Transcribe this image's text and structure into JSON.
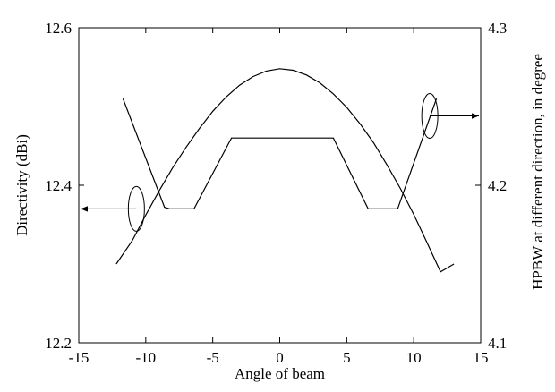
{
  "chart_data": {
    "type": "line",
    "title": "",
    "xlabel": "Angle of beam",
    "ylabel": "Directivity (dBi)",
    "y2label": "HPBW at different direction, in degree",
    "xlim": [
      -15,
      15
    ],
    "ylim": [
      12.2,
      12.6
    ],
    "y2lim": [
      4.1,
      4.3
    ],
    "xticks": [
      -15,
      -10,
      -5,
      0,
      5,
      10,
      15
    ],
    "yticks": [
      "12.2",
      "12.4",
      "12.6"
    ],
    "y2ticks": [
      "4.1",
      "4.2",
      "4.3"
    ],
    "grid": false,
    "series": [
      {
        "axis": "left",
        "x": [
          -12.2,
          -11,
          -10,
          -9,
          -8,
          -7,
          -6,
          -5,
          -4,
          -3,
          -2,
          -1,
          0,
          1,
          2,
          3,
          4,
          5,
          6,
          7,
          8,
          9,
          10,
          11,
          12,
          13
        ],
        "y": [
          12.3,
          12.33,
          12.362,
          12.393,
          12.422,
          12.448,
          12.472,
          12.494,
          12.512,
          12.527,
          12.538,
          12.545,
          12.548,
          12.546,
          12.54,
          12.53,
          12.516,
          12.499,
          12.478,
          12.454,
          12.426,
          12.396,
          12.363,
          12.327,
          12.29,
          12.3
        ]
      },
      {
        "axis": "right",
        "x": [
          -11.7,
          -8.6,
          -8.2,
          -6.4,
          -3.6,
          4,
          6.6,
          8.8,
          11.7
        ],
        "y": [
          4.255,
          4.186,
          4.185,
          4.185,
          4.23,
          4.23,
          4.185,
          4.185,
          4.255
        ]
      }
    ],
    "annotations": [
      {
        "type": "ellipse-arrow",
        "target_axis": "left",
        "at": [
          -10.7,
          12.37
        ],
        "direction": "left"
      },
      {
        "type": "ellipse-arrow",
        "target_axis": "right",
        "at": [
          11.2,
          4.244
        ],
        "direction": "right"
      }
    ]
  }
}
